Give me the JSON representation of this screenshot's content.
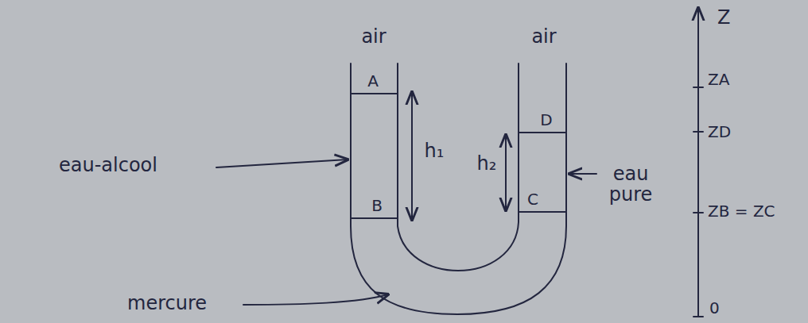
{
  "diagram": {
    "labels": [
      "air",
      "air",
      "A",
      "B",
      "D",
      "C",
      "h₁",
      "h₂",
      "eau-alcool",
      "eau pure",
      "mercure",
      "Z",
      "ZA",
      "ZD",
      "ZB = ZC",
      "0"
    ]
  }
}
